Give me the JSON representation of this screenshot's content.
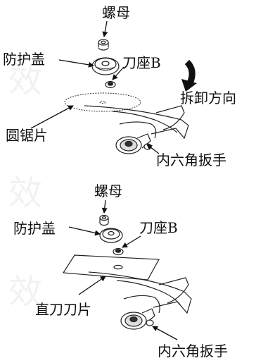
{
  "top_assembly": {
    "nut": "螺母",
    "guard": "防护盖",
    "blade_seat": "刀座B",
    "direction": "拆卸方向",
    "saw_blade": "圆锯片",
    "hex_wrench": "内六角扳手"
  },
  "bottom_assembly": {
    "nut": "螺母",
    "guard": "防护盖",
    "blade_seat": "刀座B",
    "straight_blade": "直刀刀片",
    "hex_wrench": "内六角扳手"
  },
  "watermark": "效"
}
